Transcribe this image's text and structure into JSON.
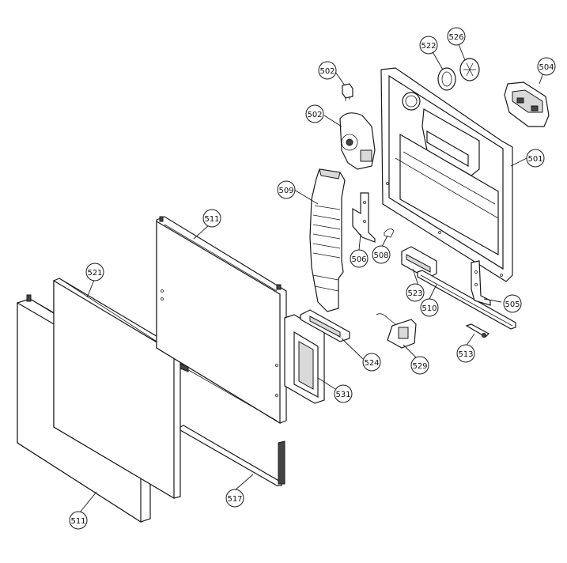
{
  "callouts": [
    {
      "id": "501",
      "label": "501"
    },
    {
      "id": "502a",
      "label": "502"
    },
    {
      "id": "502b",
      "label": "502"
    },
    {
      "id": "504",
      "label": "504"
    },
    {
      "id": "505",
      "label": "505"
    },
    {
      "id": "506",
      "label": "506"
    },
    {
      "id": "508",
      "label": "508"
    },
    {
      "id": "509",
      "label": "509"
    },
    {
      "id": "510",
      "label": "510"
    },
    {
      "id": "511a",
      "label": "511"
    },
    {
      "id": "511b",
      "label": "511"
    },
    {
      "id": "513",
      "label": "513"
    },
    {
      "id": "517",
      "label": "517"
    },
    {
      "id": "521",
      "label": "521"
    },
    {
      "id": "522",
      "label": "522"
    },
    {
      "id": "523",
      "label": "523"
    },
    {
      "id": "524",
      "label": "524"
    },
    {
      "id": "526",
      "label": "526"
    },
    {
      "id": "529",
      "label": "529"
    },
    {
      "id": "531",
      "label": "531"
    }
  ]
}
